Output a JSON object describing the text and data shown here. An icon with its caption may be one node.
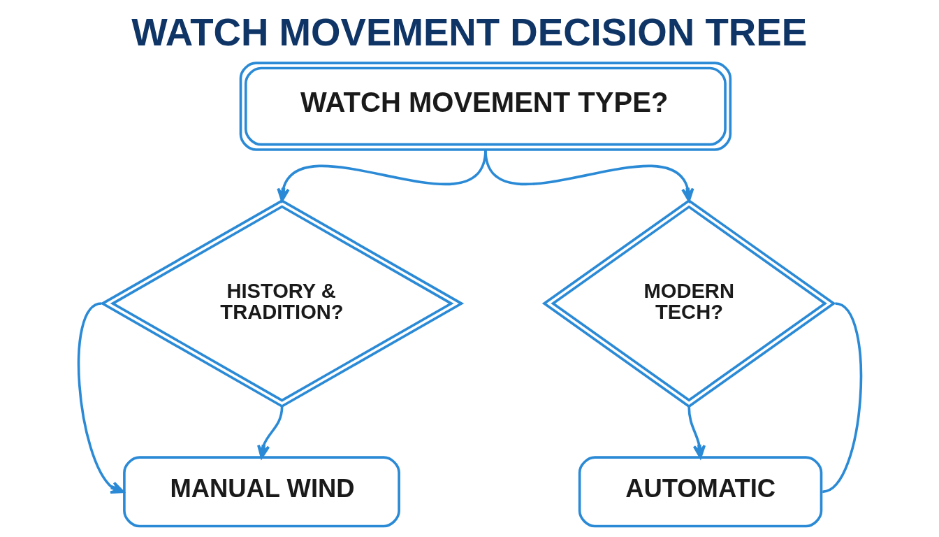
{
  "diagram": {
    "title": "WATCH MOVEMENT DECISION TREE",
    "nodes": [
      {
        "text": [
          "WATCH MOVEMENT TYPE?"
        ]
      },
      {
        "text": [
          "HISTORY & TRADITION?"
        ]
      },
      {
        "text": [
          "MODERN TECH?"
        ]
      },
      {
        "text": [
          "MANUAL WIND"
        ]
      },
      {
        "text": [
          "AUTOMATIC"
        ]
      }
    ],
    "edges": [
      {
        "from": 0,
        "to": 1,
        "arrow": "to"
      },
      {
        "from": 0,
        "to": 2,
        "arrow": "to"
      },
      {
        "from": 1,
        "to": 3,
        "arrow": "to"
      },
      {
        "from": 1,
        "to": 3,
        "arrow": "to"
      },
      {
        "from": 2,
        "to": 4,
        "arrow": "to"
      },
      {
        "from": 2,
        "to": 4,
        "arrow": "none"
      }
    ]
  }
}
